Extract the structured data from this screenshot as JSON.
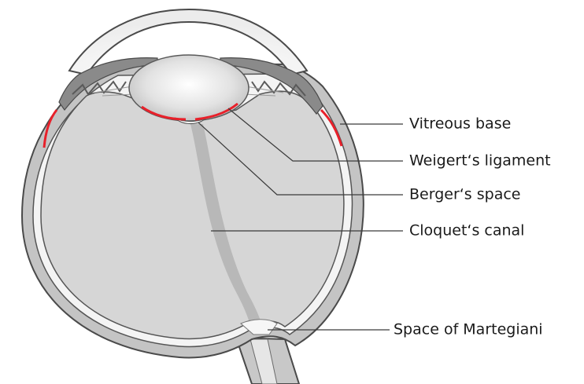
{
  "labels": {
    "vitreous_base": "Vitreous base",
    "weigerts_ligament": "Weigert‘s ligament",
    "bergers_space": "Berger‘s space",
    "cloquets_canal": "Cloquet‘s canal",
    "space_of_martegiani": "Space of Martegiani"
  },
  "colors": {
    "vitreous": "#d6d6d6",
    "sclera": "#c4c4c4",
    "highlight": "#e8202a",
    "canal": "#b8b8b8"
  }
}
